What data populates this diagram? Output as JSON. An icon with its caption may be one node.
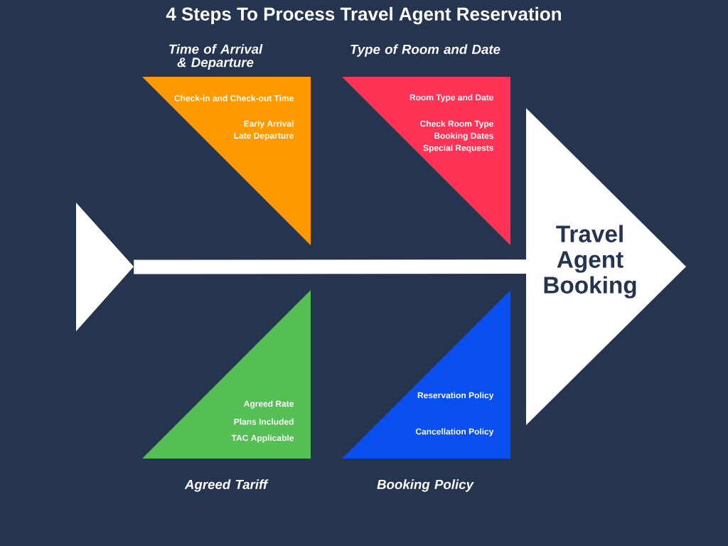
{
  "diagram": {
    "title": "4 Steps To Process Travel Agent Reservation",
    "nodes": [
      {
        "text": [
          "Time of Arrival & Departure",
          "Check-in and Check-out Time",
          "Early Arrival",
          "Late Departure"
        ]
      },
      {
        "text": [
          "Type of Room and Date",
          "Room Type and Date",
          "Check Room Type",
          "Booking Dates",
          "Special Requests"
        ]
      },
      {
        "text": [
          "Agreed Rate",
          "Plans Included",
          "TAC Applicable",
          "Agreed Tariff"
        ]
      },
      {
        "text": [
          "Reservation Policy",
          "Cancellation Policy",
          "Booking Policy"
        ]
      },
      {
        "text": [
          "Travel Agent Booking"
        ]
      },
      {
        "text": [],
        "shape": "triangle"
      }
    ],
    "edges": [
      {
        "from": 5,
        "to": 4,
        "arrow": "none"
      }
    ]
  }
}
